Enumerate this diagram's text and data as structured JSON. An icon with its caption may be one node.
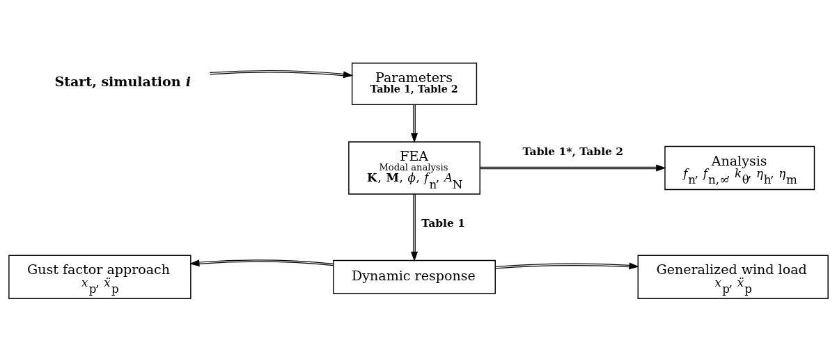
{
  "diagram": {
    "nodes": [
      {
        "text": [
          "Start, simulation *i*"
        ]
      },
      {
        "text": [
          "Parameters",
          "Table 1, Table 2"
        ]
      },
      {
        "text": [
          "FEA",
          "Modal analysis",
          "**K**, **M**, *ϕ*, *f*$_{n}$, *A*$_{N}$"
        ]
      },
      {
        "text": [
          "Analysis",
          "*f*$_{n}$, *f*$_{n,∞}$, *k*$_{θ}$, *η*$_{h}$, *η*$_{m}$"
        ]
      },
      {
        "text": [
          "Gust factor approach",
          "*x*$_{p}$, *ẍ*$_{p}$"
        ]
      },
      {
        "text": [
          "Dynamic response"
        ]
      },
      {
        "text": [
          "Generalized wind load",
          "*x*$_{p}$, *ẍ*$_{p}$"
        ]
      }
    ],
    "edges": [
      {
        "from": 0,
        "to": 1,
        "arrow": "to"
      },
      {
        "from": 1,
        "to": 2,
        "arrow": "to"
      },
      {
        "from": 2,
        "to": 3,
        "arrow": "to",
        "label": "Table 1*, Table 2"
      },
      {
        "from": 2,
        "to": 5,
        "arrow": "to",
        "label": "Table 1"
      },
      {
        "from": 5,
        "to": 4,
        "arrow": "to"
      },
      {
        "from": 5,
        "to": 6,
        "arrow": "to"
      }
    ]
  }
}
